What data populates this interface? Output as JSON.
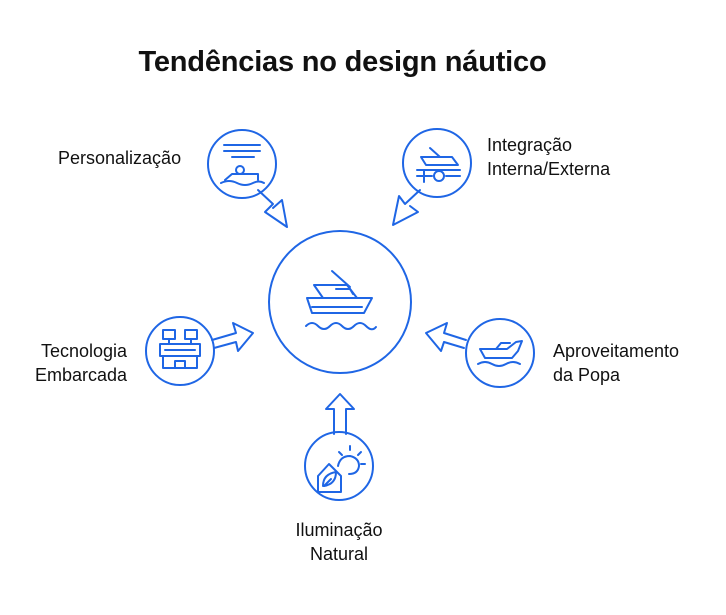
{
  "title": "Tendências no design náutico",
  "colors": {
    "accent": "#1f66e5",
    "text": "#111111",
    "background": "#ffffff"
  },
  "center": {
    "icon": "yacht-on-waves-icon"
  },
  "nodes": [
    {
      "id": "personalizacao",
      "lines": [
        "Personalização"
      ],
      "icon": "customization-boat-icon"
    },
    {
      "id": "integracao",
      "lines": [
        "Integração",
        "Interna/Externa"
      ],
      "icon": "boat-integration-icon"
    },
    {
      "id": "tecnologia",
      "lines": [
        "Tecnologia",
        "Embarcada"
      ],
      "icon": "onboard-tech-icon"
    },
    {
      "id": "popa",
      "lines": [
        "Aproveitamento",
        "da Popa"
      ],
      "icon": "speedboat-icon"
    },
    {
      "id": "iluminacao",
      "lines": [
        "Iluminação",
        "Natural"
      ],
      "icon": "natural-light-icon"
    }
  ]
}
